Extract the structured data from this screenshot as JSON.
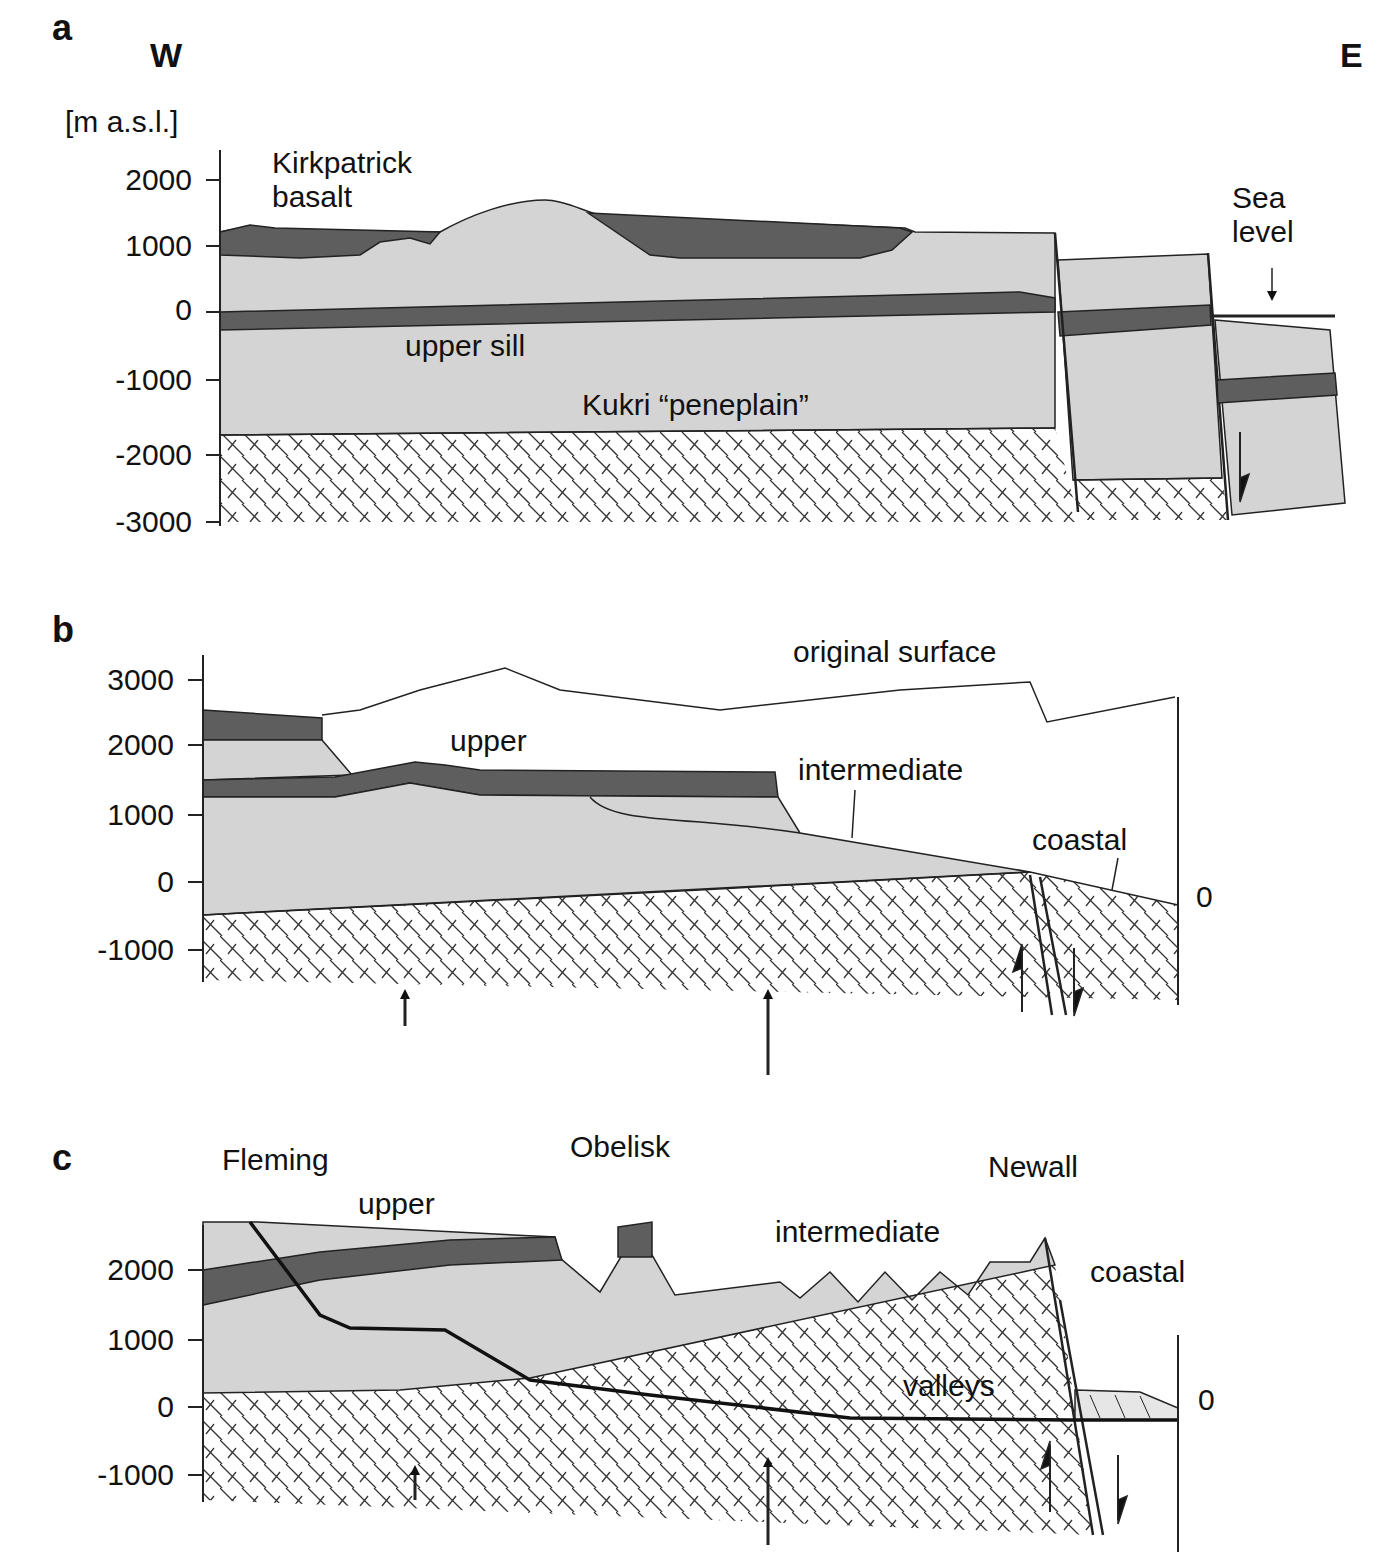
{
  "diagram": {
    "labels": [
      "a",
      "W",
      "E",
      "[m a.s.l.]",
      "2000",
      "1000",
      "0",
      "-1000",
      "-2000",
      "-3000",
      "Kirkpatrick basalt",
      "Sea level",
      "upper sill",
      "Kukri “peneplain”",
      "b",
      "3000",
      "2000",
      "1000",
      "0",
      "-1000",
      "original surface",
      "upper",
      "intermediate",
      "coastal",
      "0",
      "c",
      "Fleming",
      "Obelisk",
      "Newall",
      "upper",
      "intermediate",
      "coastal",
      "2000",
      "1000",
      "0",
      "-1000",
      "valleys",
      "0"
    ]
  }
}
